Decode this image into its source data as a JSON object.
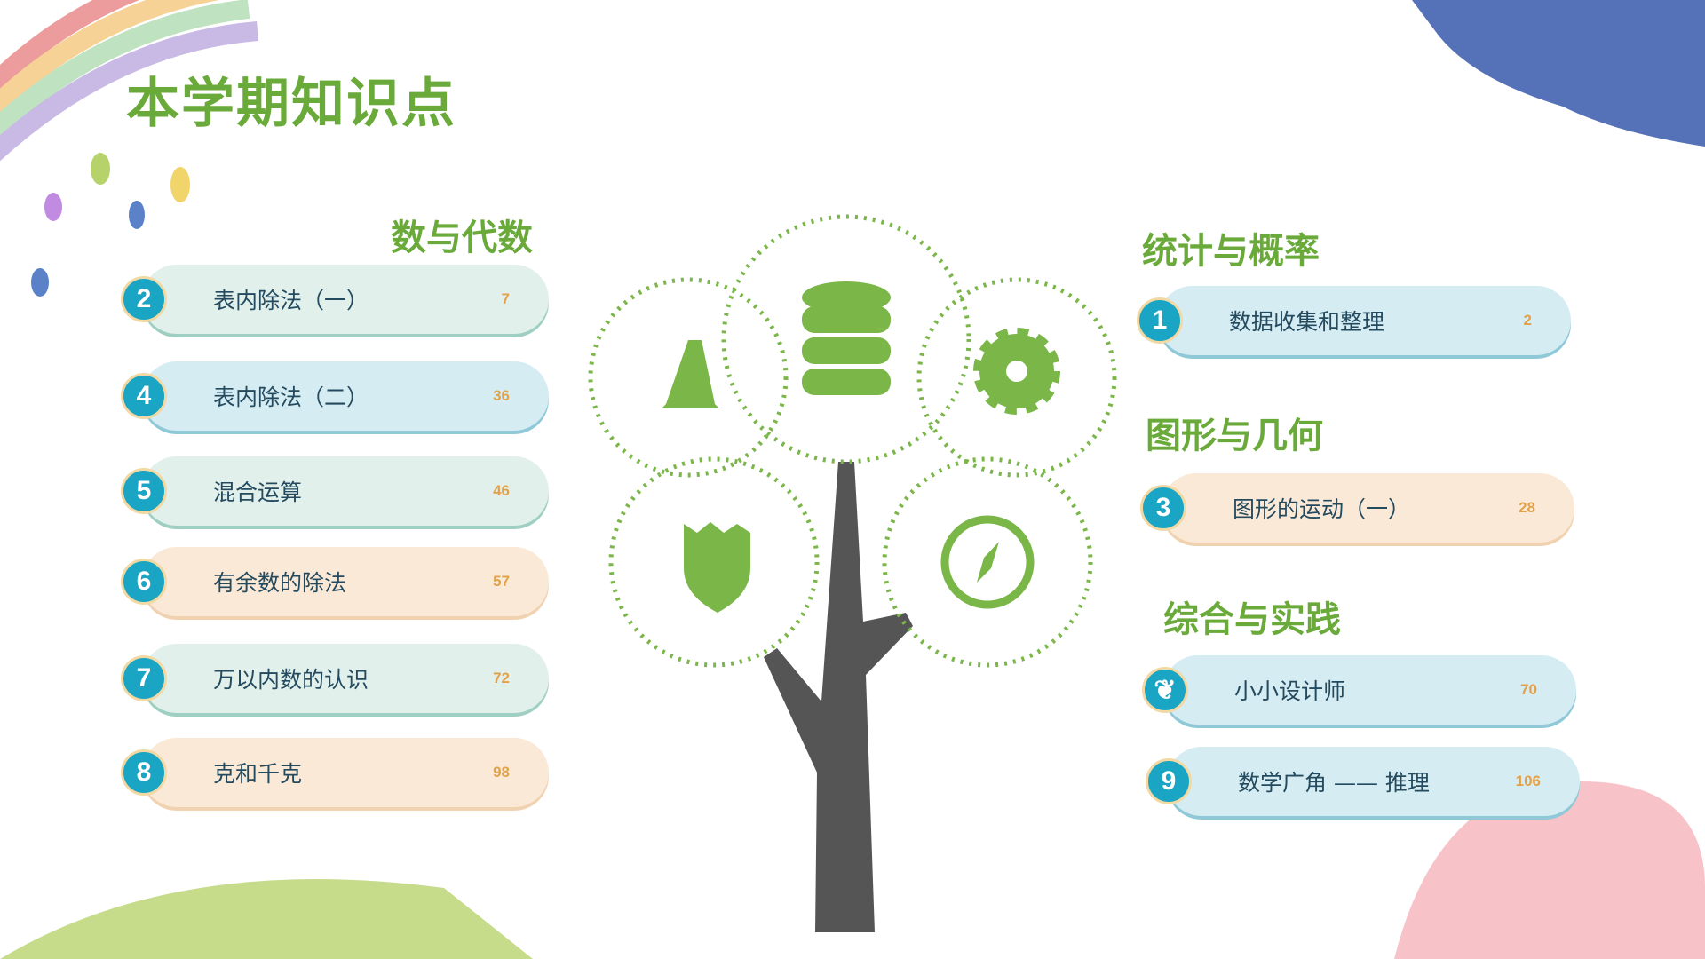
{
  "title": "本学期知识点",
  "left": {
    "heading": "数与代数",
    "items": [
      {
        "num": "2",
        "label": "表内除法（一）",
        "page": "7",
        "style": "green"
      },
      {
        "num": "4",
        "label": "表内除法（二）",
        "page": "36",
        "style": "blue"
      },
      {
        "num": "5",
        "label": "混合运算",
        "page": "46",
        "style": "green"
      },
      {
        "num": "6",
        "label": "有余数的除法",
        "page": "57",
        "style": "peach"
      },
      {
        "num": "7",
        "label": "万以内数的认识",
        "page": "72",
        "style": "green"
      },
      {
        "num": "8",
        "label": "克和千克",
        "page": "98",
        "style": "peach"
      }
    ]
  },
  "right": {
    "sections": [
      {
        "heading": "统计与概率",
        "items": [
          {
            "num": "1",
            "label": "数据收集和整理",
            "page": "2"
          }
        ]
      },
      {
        "heading": "图形与几何",
        "items": [
          {
            "num": "3",
            "label": "图形的运动（一）",
            "page": "28"
          }
        ]
      },
      {
        "heading": "综合与实践",
        "items": [
          {
            "num": "",
            "label": "小小设计师",
            "page": "70"
          },
          {
            "num": "9",
            "label": "数学广角 —— 推理",
            "page": "106"
          }
        ]
      }
    ]
  },
  "colors": {
    "green": "#7ab648",
    "trunk": "#555555",
    "badge": "#1aa5c4"
  }
}
